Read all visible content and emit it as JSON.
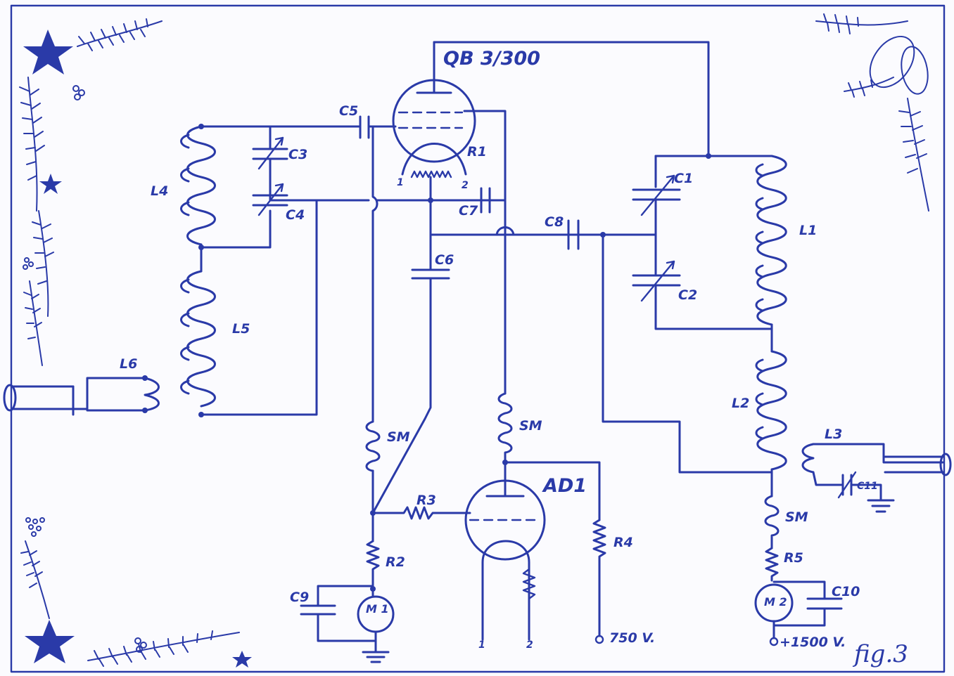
{
  "labels": {
    "tube1": "QB 3/300",
    "tube2": "AD1",
    "r1": "R1",
    "r2": "R2",
    "r3": "R3",
    "r4": "R4",
    "r5": "R5",
    "c1": "C1",
    "c2": "C2",
    "c3": "C3",
    "c4": "C4",
    "c5": "C5",
    "c6": "C6",
    "c7": "C7",
    "c8": "C8",
    "c9": "C9",
    "c10": "C10",
    "c11": "C11",
    "l1": "L1",
    "l2": "L2",
    "l3": "L3",
    "l4": "L4",
    "l5": "L5",
    "l6": "L6",
    "sm1": "SM",
    "sm2": "SM",
    "sm3": "SM",
    "m1": "M 1",
    "m2": "M 2",
    "v750": "750 V.",
    "v1500": "+1500 V.",
    "pin1a": "1",
    "pin2a": "2",
    "pin1b": "1",
    "pin2b": "2",
    "figure": "fig.3"
  },
  "colors": {
    "ink": "#2a3aa8",
    "paper": "#fbfbfe"
  }
}
